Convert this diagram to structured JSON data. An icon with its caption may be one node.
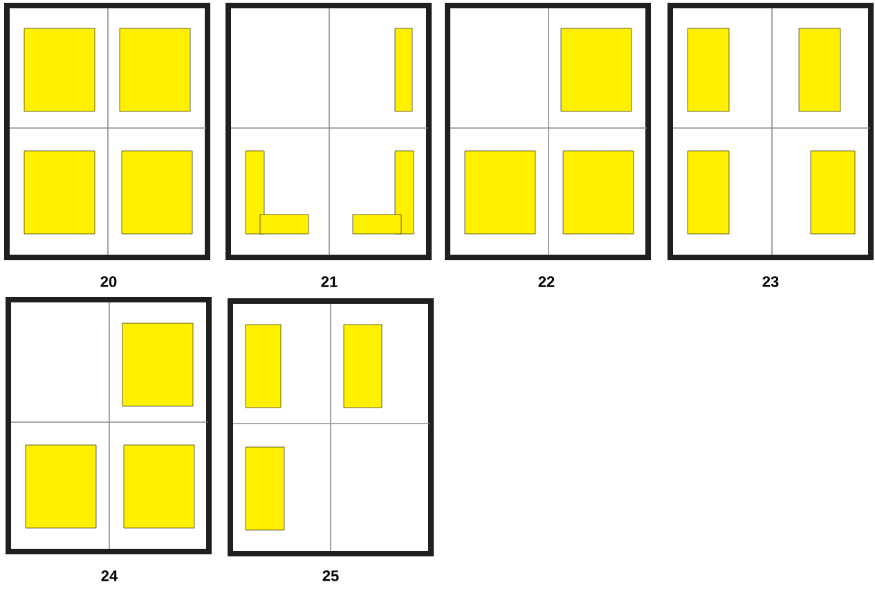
{
  "diagram": {
    "nodes": [
      {
        "text": [],
        "shape": "box",
        "beside": [
          "20"
        ]
      },
      {
        "text": [],
        "shape": "box",
        "in": 0
      },
      {
        "text": [],
        "shape": "box",
        "in": 0
      },
      {
        "text": [],
        "shape": "box",
        "in": 0
      },
      {
        "text": [],
        "shape": "box",
        "in": 0
      },
      {
        "text": [],
        "shape": "box",
        "beside": [
          "21"
        ]
      },
      {
        "text": [],
        "shape": "box",
        "in": 5
      },
      {
        "text": [],
        "shape": "box",
        "in": 5
      },
      {
        "text": [],
        "shape": "box",
        "in": 5
      },
      {
        "text": [],
        "shape": "box",
        "in": 5
      },
      {
        "text": [],
        "shape": "box",
        "in": 5
      },
      {
        "text": [],
        "shape": "box",
        "beside": [
          "22"
        ]
      },
      {
        "text": [],
        "shape": "box",
        "in": 11
      },
      {
        "text": [],
        "shape": "box",
        "in": 11
      },
      {
        "text": [],
        "shape": "box",
        "in": 11
      },
      {
        "text": [],
        "shape": "box",
        "beside": [
          "23"
        ]
      },
      {
        "text": [],
        "shape": "box",
        "in": 15
      },
      {
        "text": [],
        "shape": "box",
        "in": 15
      },
      {
        "text": [],
        "shape": "box",
        "in": 15
      },
      {
        "text": [],
        "shape": "box",
        "in": 15
      },
      {
        "text": [],
        "shape": "box",
        "beside": [
          "24"
        ]
      },
      {
        "text": [],
        "shape": "box",
        "in": 20
      },
      {
        "text": [],
        "shape": "box",
        "in": 20
      },
      {
        "text": [],
        "shape": "box",
        "in": 20
      },
      {
        "text": [],
        "shape": "box",
        "beside": [
          "25"
        ]
      },
      {
        "text": [],
        "shape": "box",
        "in": 24
      },
      {
        "text": [],
        "shape": "box",
        "in": 24
      },
      {
        "text": [],
        "shape": "box",
        "in": 24
      }
    ]
  }
}
